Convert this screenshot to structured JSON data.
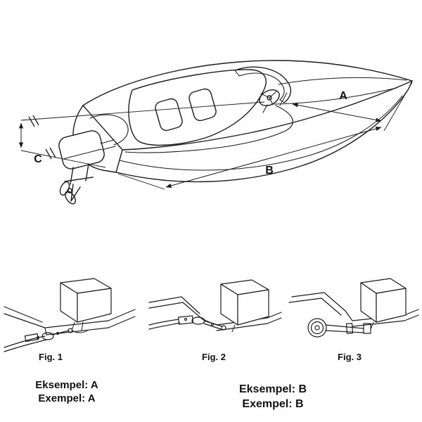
{
  "page": {
    "background": "#ffffff",
    "ink": "#1c1c1c"
  },
  "main_diagram": {
    "description": "boat-steering-cable-measurement-diagram",
    "labels": {
      "a": "A",
      "b": "B",
      "c": "C"
    }
  },
  "figures": [
    {
      "caption": "Fig. 1"
    },
    {
      "caption": "Fig. 2"
    },
    {
      "caption": "Fig. 3"
    }
  ],
  "examples": {
    "left": {
      "line1": "Eksempel: A",
      "line2": "Exempel: A"
    },
    "right": {
      "line1": "Eksempel: B",
      "line2": "Exempel: B"
    }
  }
}
